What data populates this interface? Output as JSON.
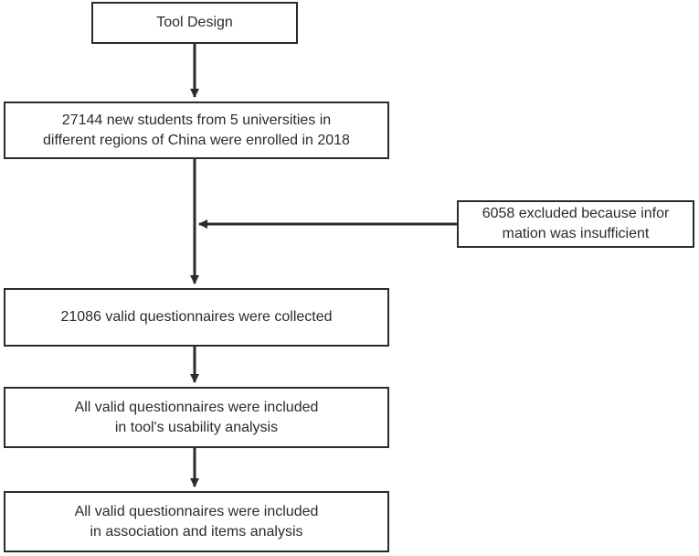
{
  "flowchart": {
    "nodes": [
      {
        "id": "tool-design",
        "text": "Tool Design"
      },
      {
        "id": "enrolled",
        "text": "27144 new students from 5 universities in\ndifferent regions of China were enrolled in 2018"
      },
      {
        "id": "excluded",
        "text": "6058 excluded because infor\nmation was insufficient"
      },
      {
        "id": "valid",
        "text": "21086 valid questionnaires were collected"
      },
      {
        "id": "usability",
        "text": "All valid questionnaires were included\nin tool's usability analysis"
      },
      {
        "id": "association",
        "text": "All valid questionnaires were included\nin association and items analysis"
      }
    ],
    "edges": [
      {
        "from": "tool-design",
        "to": "enrolled"
      },
      {
        "from": "enrolled",
        "to": "valid"
      },
      {
        "from": "excluded",
        "to": "enrolled-valid-line"
      },
      {
        "from": "valid",
        "to": "usability"
      },
      {
        "from": "usability",
        "to": "association"
      }
    ],
    "colors": {
      "stroke": "#2b2b2b",
      "fill": "#ffffff",
      "text": "#2b2b2b"
    }
  }
}
